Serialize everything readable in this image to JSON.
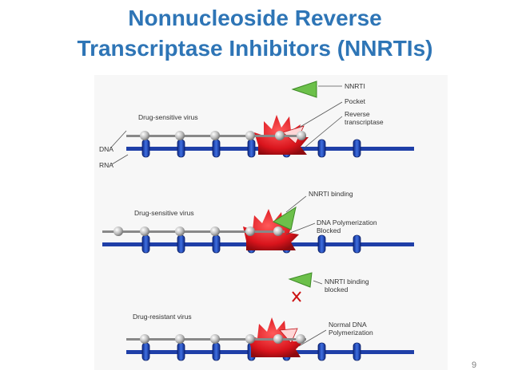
{
  "slide": {
    "title_line1": "Nonnucleoside Reverse",
    "title_line2": "Transcriptase Inhibitors (NNRTIs)",
    "page_number": "9"
  },
  "panel1": {
    "virus_label": "Drug-sensitive virus",
    "dna_label": "DNA",
    "rna_label": "RNA",
    "nnrti_label": "NNRTI",
    "pocket_label": "Pocket",
    "rt_label_line1": "Reverse",
    "rt_label_line2": "transcriptase"
  },
  "panel2": {
    "virus_label": "Drug-sensitive virus",
    "binding_label": "NNRTI binding",
    "blocked_line1": "DNA Polymerization",
    "blocked_line2": "Blocked"
  },
  "panel3": {
    "virus_label": "Drug-resistant virus",
    "binding_line1": "NNRTI binding",
    "binding_line2": "blocked",
    "normal_line1": "Normal DNA",
    "normal_line2": "Polymerization"
  },
  "colors": {
    "title": "#2e75b6",
    "rna_strand": "#1f3fa8",
    "enzyme": "#d9141c",
    "drug": "#6cc04a",
    "dna_bead": "#b9b9b9"
  }
}
